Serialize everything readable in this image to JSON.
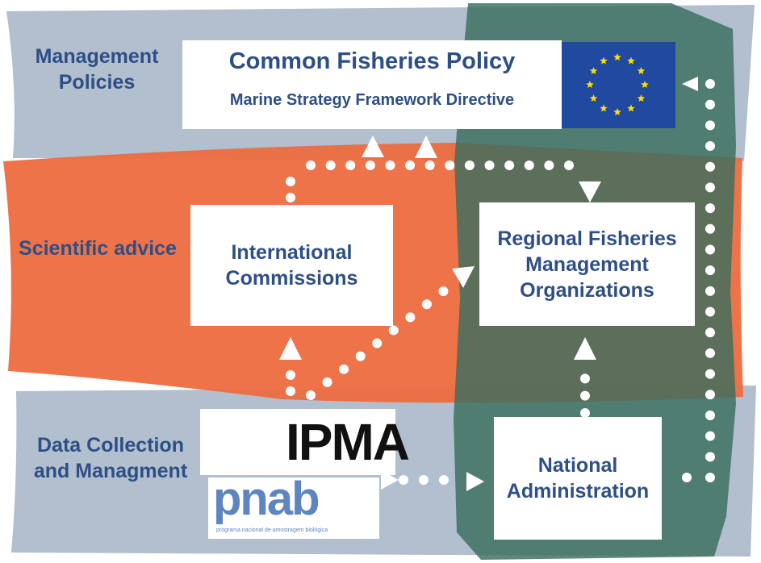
{
  "layers": {
    "management": "Management\nPolicies",
    "scientific": "Scientific advice",
    "data": "Data Collection\nand Managment"
  },
  "policy_box": {
    "title": "Common Fisheries Policy",
    "subtitle": "Marine Strategy Framework Directive"
  },
  "boxes": {
    "international": "International\nCommissions",
    "regional": "Regional Fisheries\nManagement\nOrganizations",
    "national": "National\nAdministration"
  },
  "logos": {
    "ipma": "IPMA",
    "pnab": "pnab",
    "pnab_caption": "programa nacional de amostragem biológica"
  },
  "colors": {
    "blue_band": "#a9b8c9",
    "orange_band": "#ed6b3f",
    "green_column": "#3d7060",
    "text": "#2e4f86",
    "eu_flag": "#1f4aa0",
    "eu_star": "#ffdd00",
    "ipma_arc": "#3a8fd0",
    "pnab_blue": "#5d86c0"
  },
  "icons": [
    "eu-flag-icon",
    "ipma-arcs-icon",
    "pnab-fish-icon",
    "arrowhead-icon",
    "dotted-arrow-icon"
  ]
}
